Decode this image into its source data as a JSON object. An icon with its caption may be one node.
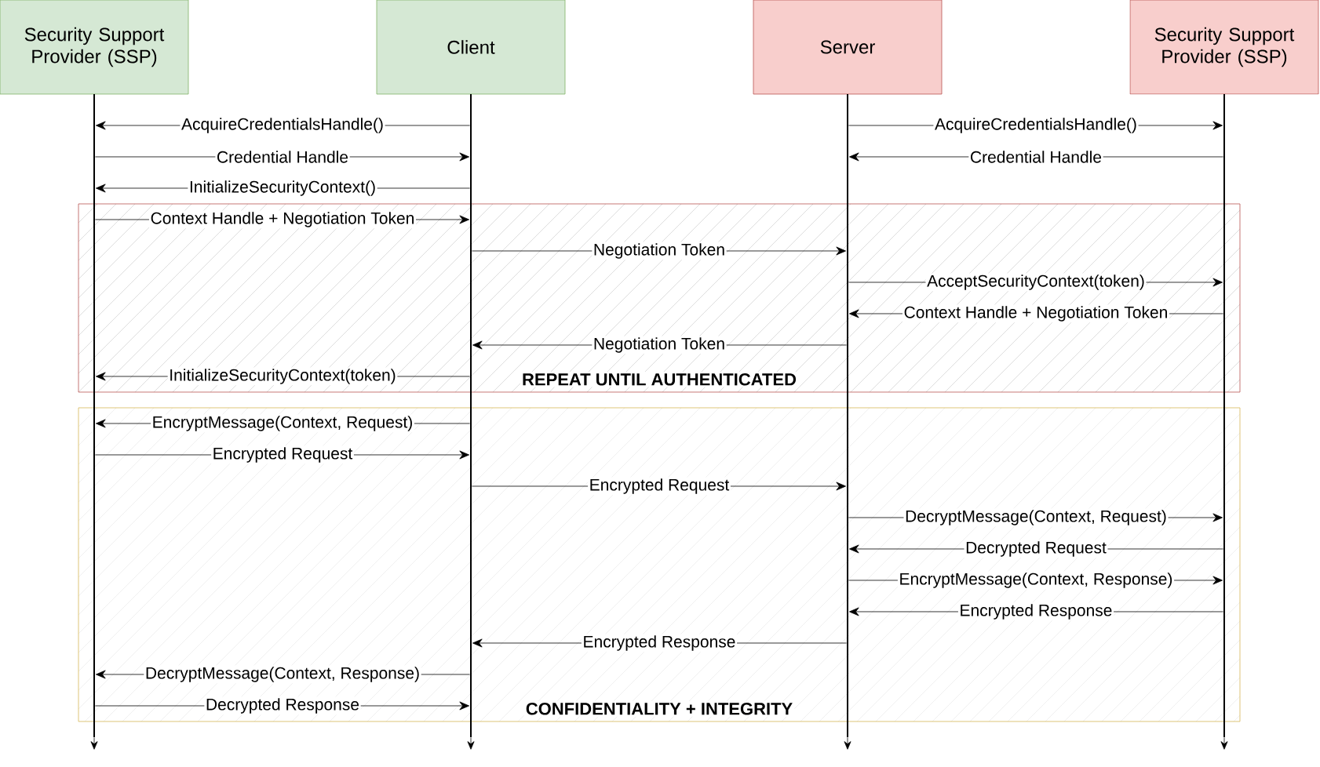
{
  "diagram": {
    "nodes": [
      {
        "text": [
          "Security Support Provider (SSP)"
        ]
      },
      {
        "text": [
          "Client"
        ]
      },
      {
        "text": [
          "Server"
        ]
      },
      {
        "text": [
          "Security Support Provider (SSP)"
        ]
      },
      {
        "text": [],
        "shape": "bar"
      },
      {
        "text": [],
        "shape": "bar"
      },
      {
        "text": [],
        "shape": "bar"
      },
      {
        "text": [],
        "shape": "bar"
      }
    ],
    "edges": [
      {
        "from": 5,
        "to": 4,
        "arrow": "to",
        "label": "AcquireCredentialsHandle()"
      },
      {
        "from": 6,
        "to": 7,
        "arrow": "to",
        "label": "AcquireCredentialsHandle()"
      },
      {
        "from": 4,
        "to": 5,
        "arrow": "to",
        "label": "Credential Handle"
      },
      {
        "from": 7,
        "to": 6,
        "arrow": "to",
        "label": "Credential Handle"
      },
      {
        "from": 5,
        "to": 4,
        "arrow": "to",
        "label": "InitializeSecurityContext()"
      },
      {
        "from": 4,
        "to": 5,
        "arrow": "to",
        "label": "Context Handle + Negotiation Token"
      },
      {
        "from": 5,
        "to": 6,
        "arrow": "to",
        "label": "Negotiation Token"
      },
      {
        "from": 6,
        "to": 7,
        "arrow": "to",
        "label": "AcceptSecurityContext(token)"
      },
      {
        "from": 7,
        "to": 6,
        "arrow": "to",
        "label": "Context Handle + Negotiation Token"
      },
      {
        "from": 6,
        "to": 5,
        "arrow": "to",
        "label": "Negotiation Token"
      },
      {
        "from": 5,
        "to": 4,
        "arrow": "to",
        "label": "InitializeSecurityContext(token)"
      },
      {
        "from": 5,
        "to": 4,
        "arrow": "to",
        "label": "EncryptMessage(Context, Request)"
      },
      {
        "from": 4,
        "to": 5,
        "arrow": "to",
        "label": "Encrypted Request"
      },
      {
        "from": 5,
        "to": 6,
        "arrow": "to",
        "label": "Encrypted Request"
      },
      {
        "from": 6,
        "to": 7,
        "arrow": "to",
        "label": "DecryptMessage(Context, Request)"
      },
      {
        "from": 7,
        "to": 6,
        "arrow": "to",
        "label": "Decrypted Request"
      },
      {
        "from": 6,
        "to": 7,
        "arrow": "to",
        "label": "EncryptMessage(Context, Response)"
      },
      {
        "from": 7,
        "to": 6,
        "arrow": "to",
        "label": "Encrypted Response"
      },
      {
        "from": 6,
        "to": 5,
        "arrow": "to",
        "label": "Encrypted Response"
      },
      {
        "from": 5,
        "to": 4,
        "arrow": "to",
        "label": "DecryptMessage(Context, Response)"
      },
      {
        "from": 4,
        "to": 5,
        "arrow": "to",
        "label": "Decrypted Response"
      }
    ],
    "labels": [
      "REPEAT UNTIL AUTHENTICATED",
      "CONFIDENTIALITY + INTEGRITY"
    ]
  }
}
